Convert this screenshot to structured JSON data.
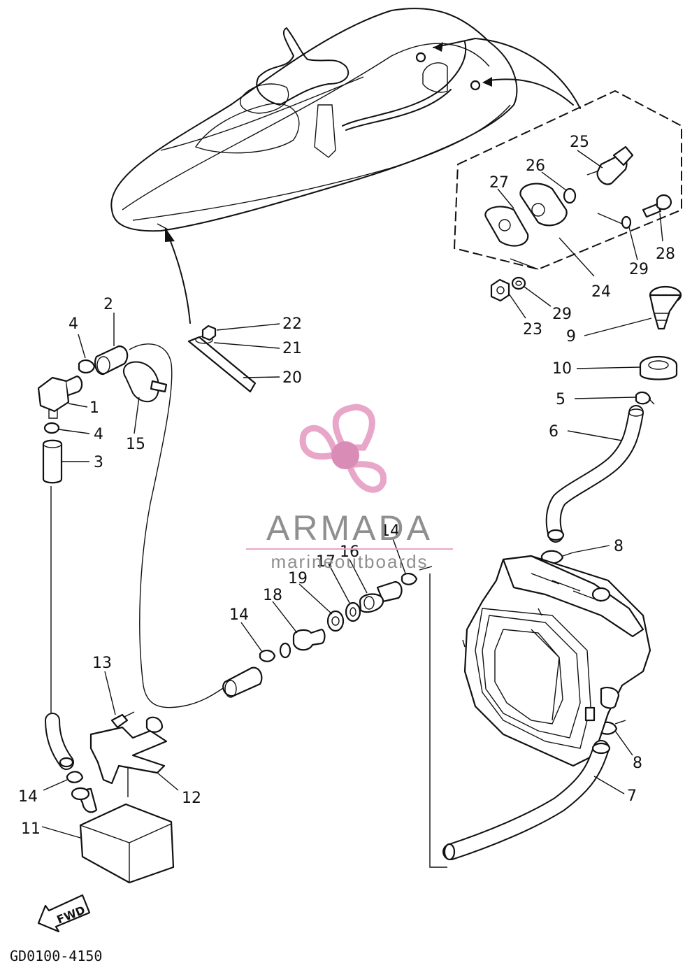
{
  "diagram": {
    "code": "GD0100-4150",
    "fwd_label": "FWD",
    "part_labels": [
      "1",
      "2",
      "3",
      "4",
      "4",
      "5",
      "6",
      "7",
      "8",
      "8",
      "9",
      "10",
      "11",
      "12",
      "13",
      "14",
      "14",
      "14",
      "15",
      "16",
      "17",
      "18",
      "19",
      "20",
      "21",
      "22",
      "23",
      "24",
      "25",
      "26",
      "27",
      "28",
      "29",
      "29"
    ]
  },
  "watermark": {
    "brand": "ARMADA",
    "tagline": "marineoutboards",
    "colors": {
      "logo": "#e8a6c8",
      "logo_dark": "#d98cb6",
      "text": "#8f8f8f"
    }
  }
}
